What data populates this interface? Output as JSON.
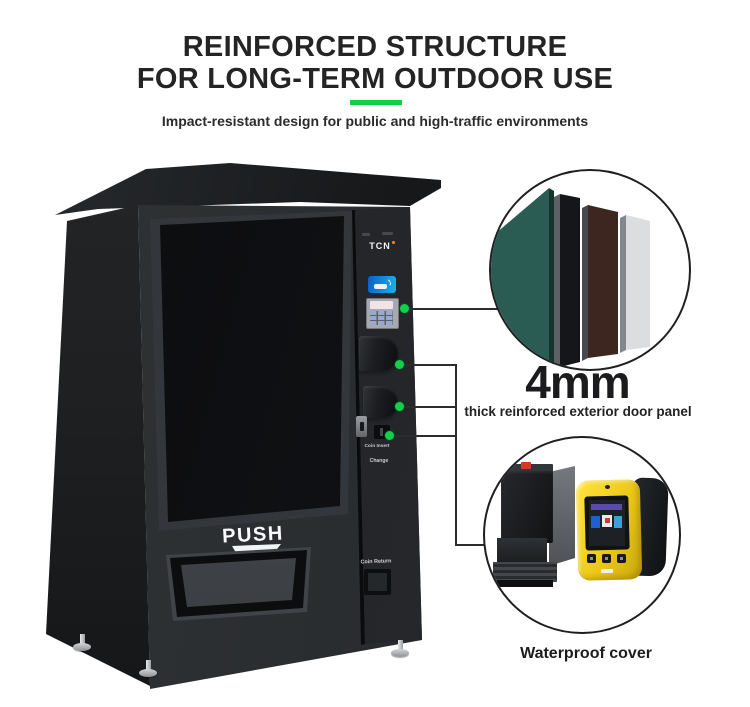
{
  "header": {
    "title_line1": "REINFORCED STRUCTURE",
    "title_line2": "FOR LONG-TERM OUTDOOR USE",
    "subtitle": "Impact-resistant design for public and high-traffic environments"
  },
  "machine": {
    "brand_logo": "TCN",
    "push_label": "PUSH",
    "coin_insert_label": "Coin Insert",
    "change_label": "Change",
    "coin_return_label": "Coin Return"
  },
  "door_panel_callout": {
    "headline": "4mm",
    "description": "thick reinforced exterior door panel",
    "layer_colors": {
      "teal": "#2a5c54",
      "black": "#141619",
      "brown": "#3e2620",
      "white": "#dcdddf"
    }
  },
  "device_callout": {
    "caption": "Waterproof cover"
  },
  "accents": {
    "underline_green": "#0ed145",
    "marker_green": "#10d24a",
    "line_color": "#2b2b2c"
  }
}
